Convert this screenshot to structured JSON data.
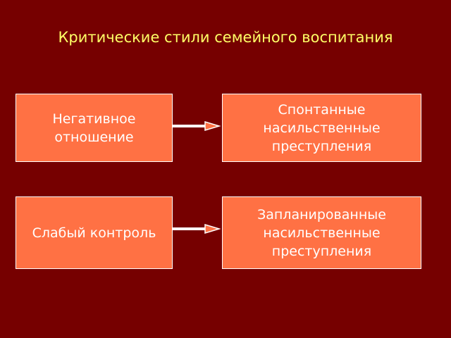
{
  "title": "Критические стили семейного воспитания",
  "colors": {
    "background": "#760000",
    "title": "#ffff66",
    "box_fill": "#ff7144",
    "box_border": "#ffffff",
    "text": "#ffffff"
  },
  "rows": [
    {
      "cause": "Негативное\nотношение",
      "effect": "Спонтанные\nнасильственные\nпреступления"
    },
    {
      "cause": "Слабый контроль",
      "effect": "Запланированные\nнасильственные\nпреступления"
    }
  ],
  "icons": {
    "connector": "arrow-right-icon"
  }
}
